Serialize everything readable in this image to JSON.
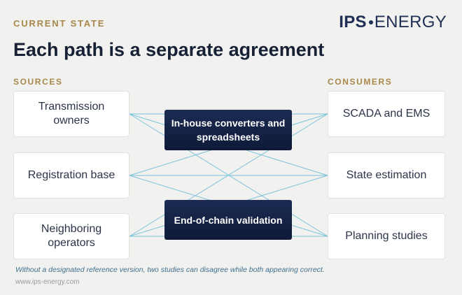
{
  "header": {
    "eyebrow": "CURRENT STATE",
    "title": "Each path is a separate agreement",
    "logo_left": "IPS",
    "logo_right": "ENERGY"
  },
  "sources": {
    "label": "SOURCES",
    "items": [
      "Transmission owners",
      "Registration base",
      "Neighboring operators"
    ]
  },
  "consumers": {
    "label": "CONSUMERS",
    "items": [
      "SCADA and EMS",
      "State estimation",
      "Planning studies"
    ]
  },
  "middle": {
    "items": [
      "In-house converters and spreadsheets",
      "End-of-chain validation"
    ]
  },
  "footer": {
    "note": "Without a designated reference version, two studies can disagree while both appearing correct.",
    "url": "www.ips-energy.com"
  },
  "colors": {
    "accent_gold": "#a8884a",
    "navy": "#1f2f55",
    "line": "#7cc3da"
  }
}
